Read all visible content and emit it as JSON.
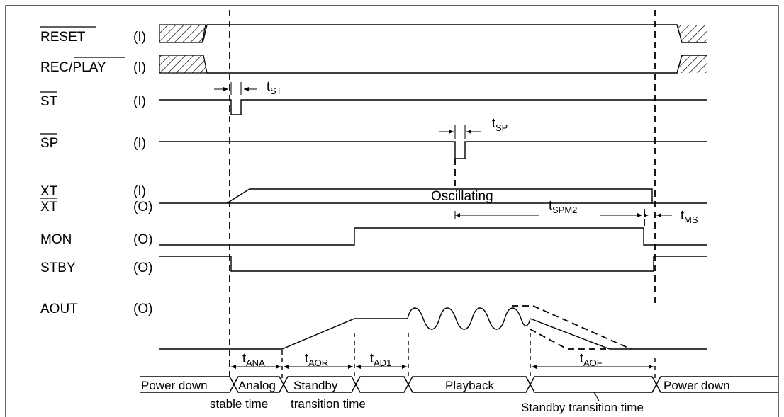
{
  "signals": [
    {
      "name": "RESET",
      "dir": "(I)",
      "overbar": "full"
    },
    {
      "name": "REC/PLAY",
      "dir": "(I)",
      "overbar": "PLAY"
    },
    {
      "name": "ST",
      "dir": "(I)",
      "overbar": "full"
    },
    {
      "name": "SP",
      "dir": "(I)",
      "overbar": "full"
    },
    {
      "name": "XT",
      "dir": "(I)",
      "overbar": "none"
    },
    {
      "name": "XT",
      "dir": "(O)",
      "overbar": "full"
    },
    {
      "name": "MON",
      "dir": "(O)",
      "overbar": "none"
    },
    {
      "name": "STBY",
      "dir": "(O)",
      "overbar": "none"
    },
    {
      "name": "AOUT",
      "dir": "(O)",
      "overbar": "none"
    }
  ],
  "labels": {
    "rec": "REC/",
    "play": "PLAY",
    "oscillating": "Oscillating"
  },
  "timings": {
    "tst": {
      "t": "t",
      "sub": "ST"
    },
    "tsp": {
      "t": "t",
      "sub": "SP"
    },
    "tspm2": {
      "t": "t",
      "sub": "SPM2"
    },
    "tms": {
      "t": "t",
      "sub": "MS"
    },
    "tana": {
      "t": "t",
      "sub": "ANA"
    },
    "taor": {
      "t": "t",
      "sub": "AOR"
    },
    "tad1": {
      "t": "t",
      "sub": "AD1"
    },
    "taof": {
      "t": "t",
      "sub": "AOF"
    }
  },
  "phases": {
    "power_down_start": "Power down",
    "analog": "Analog",
    "standby": "Standby",
    "playback": "Playback",
    "power_down_end": "Power down",
    "stable_time": "stable time",
    "transition_time": "transition time",
    "standby_transition_time": "Standby transition time"
  }
}
